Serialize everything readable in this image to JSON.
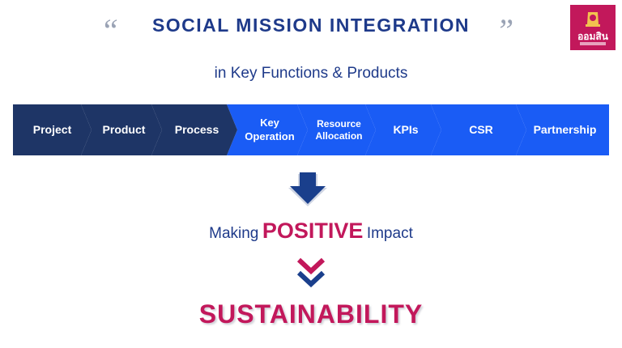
{
  "header": {
    "open_quote": "“",
    "title": "SOCIAL MISSION INTEGRATION",
    "close_quote": "”",
    "subtitle": "in Key Functions & Products"
  },
  "process_steps": [
    {
      "label": "Project",
      "color": "#1e3566"
    },
    {
      "label": "Product",
      "color": "#1e3566"
    },
    {
      "label": "Process",
      "color": "#1e3566"
    },
    {
      "label": "Key\nOperation",
      "color": "#1a5cf5"
    },
    {
      "label": "Resource\nAllocation",
      "color": "#1a5cf5"
    },
    {
      "label": "KPIs",
      "color": "#1a5cf5"
    },
    {
      "label": "CSR",
      "color": "#1a5cf5"
    },
    {
      "label": "Partnership",
      "color": "#1a5cf5"
    }
  ],
  "impact": {
    "prefix": "Making",
    "emphasis": "POSITIVE",
    "suffix": "Impact"
  },
  "result": "SUSTAINABILITY",
  "logo": {
    "name": "ออมสิน"
  },
  "colors": {
    "navy": "#1e3a8a",
    "dark_step": "#1e3566",
    "bright_step": "#1a5cf5",
    "magenta": "#c2185b",
    "arrow_blue": "#1a3f8c",
    "quote_gray": "#9aa3b5"
  }
}
